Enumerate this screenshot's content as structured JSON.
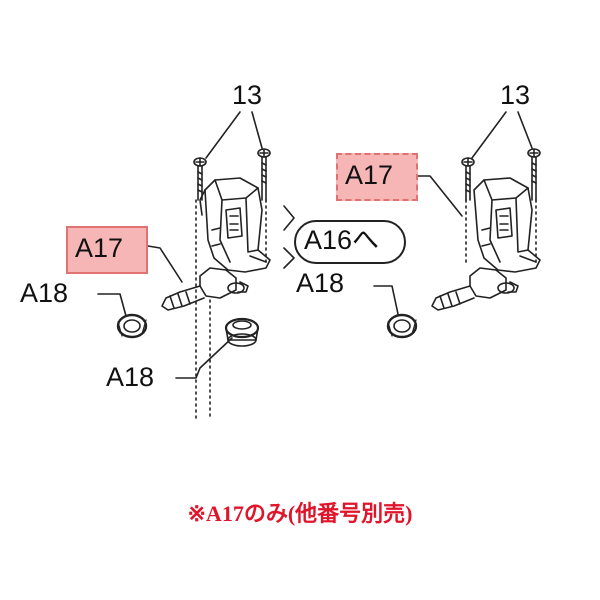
{
  "diagram": {
    "left": {
      "screw_label": "13",
      "part_label": "A17",
      "washer_label_left": "A18",
      "washer_label_bottom": "A18",
      "ref_label": "A16へ"
    },
    "right": {
      "screw_label": "13",
      "part_label": "A17",
      "washer_label": "A18"
    }
  },
  "footer": {
    "note": "※A17のみ(他番号別売)"
  },
  "colors": {
    "highlight_fill": "#f6b6b6",
    "highlight_border": "#e07272",
    "note_text": "#e0142a",
    "line": "#222222"
  }
}
